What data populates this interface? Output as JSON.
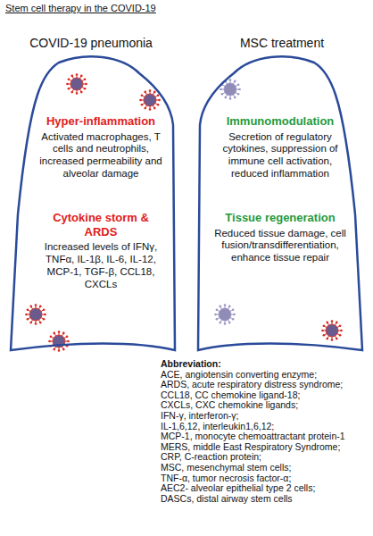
{
  "diagram": {
    "title": "Stem cell therapy in the COVID-19",
    "nodes": [
      {
        "text": [
          "COVID-19 pneumonia",
          "Hyper-inflammation",
          "Activated macrophages, T cells and neutrophils, increased permeability and alveolar damage",
          "Cytokine storm & ARDS",
          "Increased levels of IFNγ, TNFα, IL-1β, IL-6, IL-12, MCP-1, TGF-β, CCL18, CXCLs"
        ]
      },
      {
        "text": [
          "MSC treatment",
          "Immunomodulation",
          "Secretion of regulatory cytokines, suppression of immune cell activation, reduced inflammation",
          "Tissue regeneration",
          "Reduced tissue damage, cell fusion/transdifferentiation, enhance tissue repair"
        ]
      }
    ],
    "labels": [
      "Abbreviation:",
      "ACE, angiotensin converting enzyme;",
      "ARDS, acute respiratory distress syndrome;",
      "CCL18, CC chemokine ligand-18;",
      "CXCLs, CXC chemokine ligands;",
      "IFN-γ, interferon-γ;",
      "IL-1,6,12, interleukin1,6,12;",
      "MCP-1, monocyte chemoattractant protein-1",
      "MERS, middle East Respiratory Syndrome;",
      "CRP, C-reaction protein;",
      "MSC, mesenchymal stem cells;",
      "TNF-α, tumor necrosis factor-α;",
      "AEC2- alveolar epithelial type 2 cells;",
      "DASCs, distal airway stem cells"
    ]
  }
}
